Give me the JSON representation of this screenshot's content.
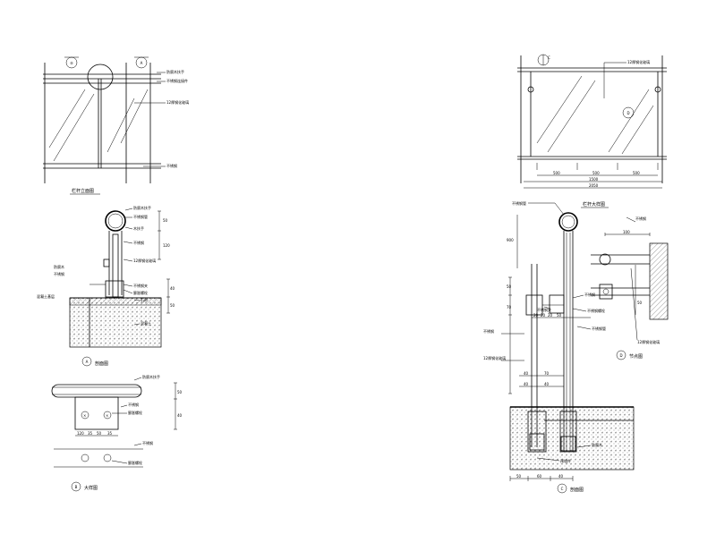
{
  "sheet": {
    "title": "护栏节点详图"
  },
  "elevation_left": {
    "axis_marks": [
      "⑤",
      "A"
    ],
    "callouts": [
      "防腐木扶手",
      "不锈钢连接件",
      "12厚钢化玻璃",
      "不锈钢"
    ],
    "title": "栏杆立面图"
  },
  "section_a": {
    "callouts": [
      "防腐木扶手",
      "不锈钢管",
      "木扶手",
      "不锈钢",
      "12厚钢化玻璃",
      "不锈钢夹",
      "膨胀螺栓",
      "石材",
      "混凝土"
    ],
    "dims": [
      "50",
      "120",
      "40",
      "50"
    ],
    "left_callouts": [
      "防腐木",
      "不锈钢"
    ],
    "left_note": "混凝土基层",
    "marker": "A",
    "title": "剖面图"
  },
  "plan_b": {
    "callouts": [
      "防腐木扶手",
      "不锈钢",
      "膨胀螺栓",
      "不锈钢",
      "膨胀螺栓"
    ],
    "dims": [
      "50",
      "40"
    ],
    "bottom_dims": [
      "120",
      "35",
      "50",
      "35"
    ],
    "marker": "B",
    "title": "大样图"
  },
  "elevation_right": {
    "axis_mark": "C",
    "glass_note": "12厚钢化玻璃",
    "circle_mark": "D",
    "dims": [
      "500",
      "500",
      "500"
    ],
    "total1": "1500",
    "total2": "2050"
  },
  "section_c": {
    "title": "栏杆大样图",
    "top_callout": "不锈钢管",
    "callouts": [
      "不锈钢",
      "不锈钢夹",
      "不锈钢螺栓",
      "不锈钢管",
      "防腐木"
    ],
    "left_callouts": [
      "不锈钢",
      "12厚钢化玻璃"
    ],
    "left_dims": [
      "900",
      "50",
      "70"
    ],
    "dims_mid": [
      "20",
      "20",
      "20",
      "50"
    ],
    "dims_row1": [
      "40",
      "70"
    ],
    "dims_row2": [
      "40",
      "40"
    ],
    "bottom_dims": [
      "50",
      "60",
      "40"
    ],
    "bottom_note": "预埋件",
    "marker": "C",
    "label": "剖面图"
  },
  "detail_d": {
    "callouts": [
      "不锈钢",
      "12厚钢化玻璃"
    ],
    "dims": [
      "100",
      "50"
    ],
    "marker": "D",
    "title": "节点图"
  }
}
